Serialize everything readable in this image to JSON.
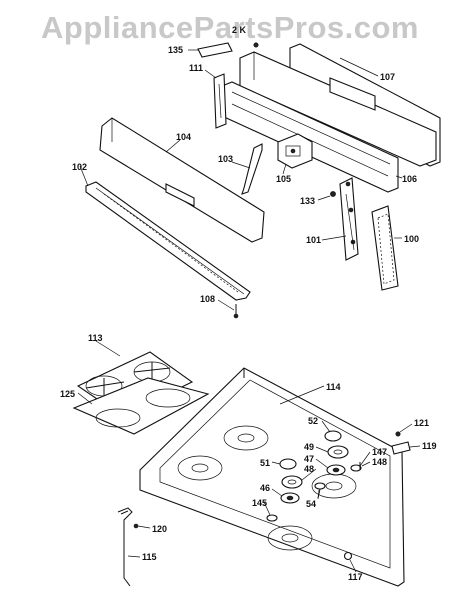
{
  "watermark": "AppliancePartsPros.com",
  "labels": {
    "l2k": "2 K",
    "l135": "135",
    "l111": "111",
    "l107": "107",
    "l104": "104",
    "l102": "102",
    "l103": "103",
    "l105": "105",
    "l106": "106",
    "l133": "133",
    "l101": "101",
    "l100": "100",
    "l108": "108",
    "l113": "113",
    "l125": "125",
    "l114": "114",
    "l52": "52",
    "l49": "49",
    "l47": "47",
    "l48": "48",
    "l51": "51",
    "l46": "46",
    "l54": "54",
    "l145": "145",
    "l121": "121",
    "l119": "119",
    "l147": "147",
    "l148": "148",
    "l120": "120",
    "l115": "115",
    "l117": "117"
  }
}
